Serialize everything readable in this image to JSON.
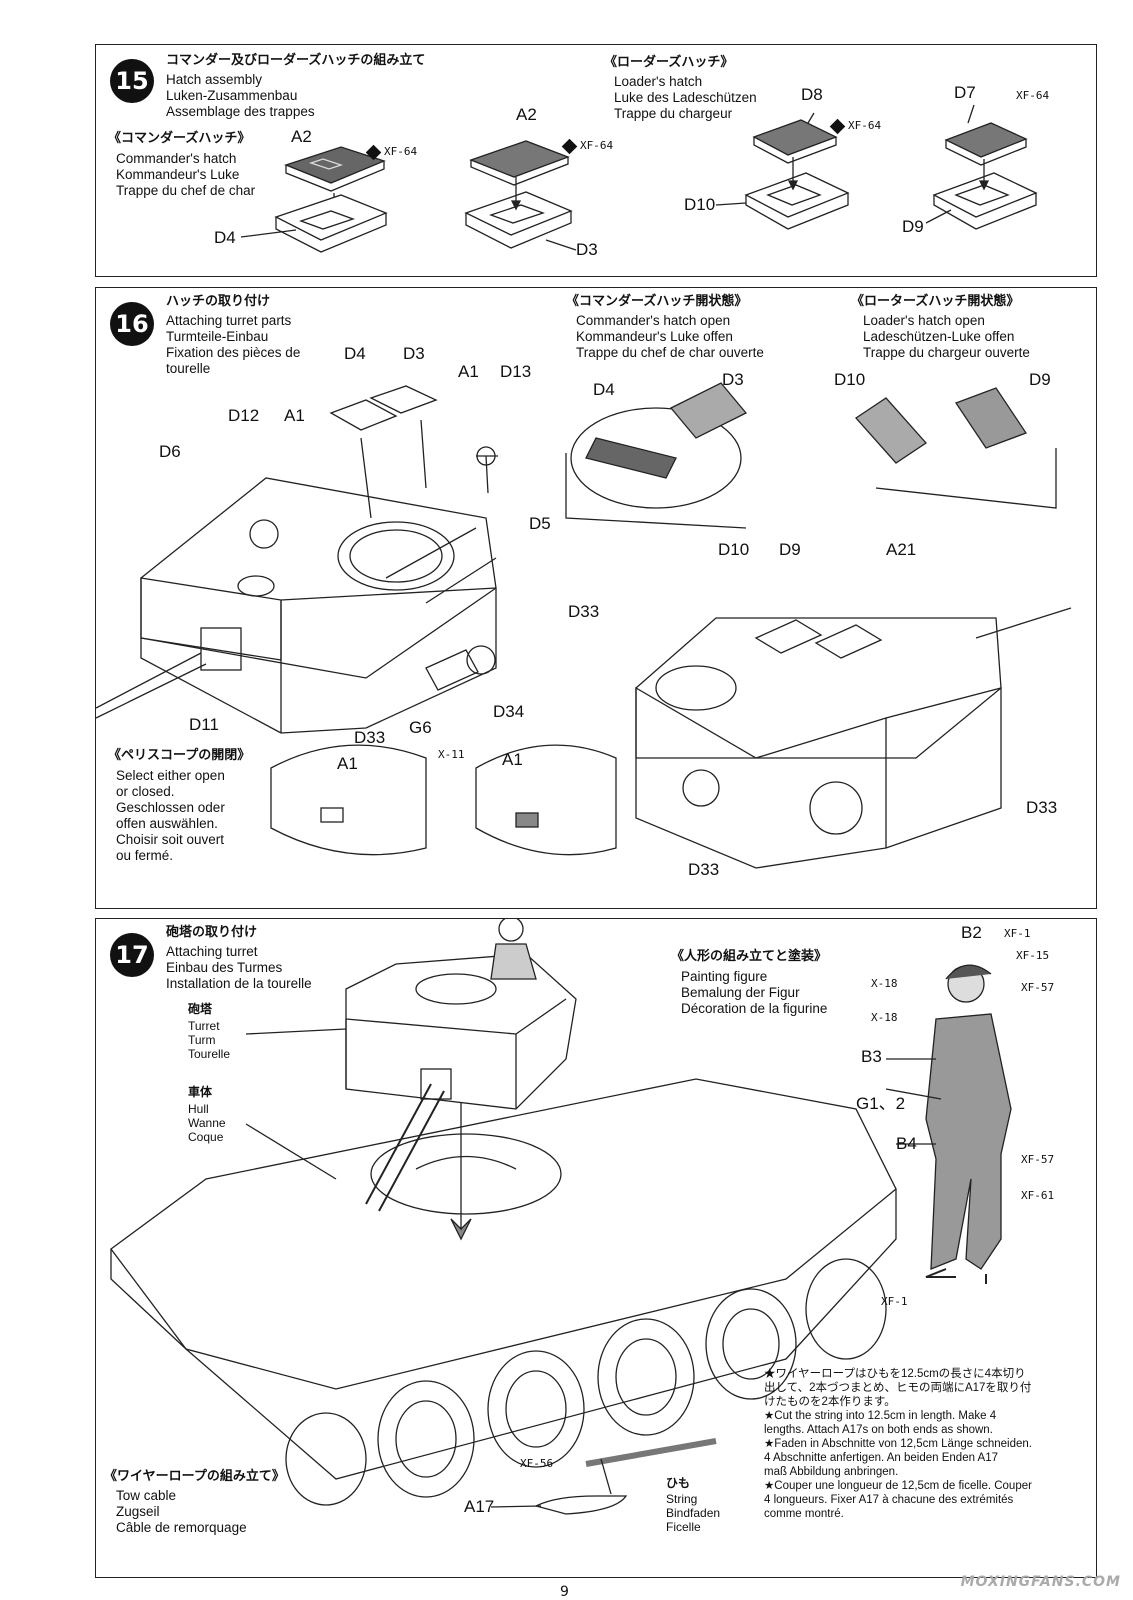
{
  "step15": {
    "number": "15",
    "jp": "コマンダー及びローダーズハッチの組み立て",
    "en": "Hatch assembly",
    "de": "Luken-Zusammenbau",
    "fr": "Assemblage des trappes",
    "cmd": {
      "jp": "《コマンダーズハッチ》",
      "en": "Commander's hatch",
      "de": "Kommandeur's Luke",
      "fr": "Trappe du chef de char"
    },
    "ldr": {
      "jp": "《ローダーズハッチ》",
      "en": "Loader's hatch",
      "de": "Luke des Ladeschützen",
      "fr": "Trappe du chargeur"
    },
    "labels": {
      "a2a": "A2",
      "a2b": "A2",
      "d4": "D4",
      "d3": "D3",
      "d8": "D8",
      "d10": "D10",
      "d7": "D7",
      "d9": "D9"
    },
    "paint": "XF-64"
  },
  "step16": {
    "number": "16",
    "jp": "ハッチの取り付け",
    "en": "Attaching turret parts",
    "de": "Turmteile-Einbau",
    "fr1": "Fixation des pièces de",
    "fr2": "tourelle",
    "cmd_open": {
      "jp": "《コマンダーズハッチ開状態》",
      "en": "Commander's hatch open",
      "de": "Kommandeur's Luke offen",
      "fr": "Trappe du chef de char ouverte"
    },
    "ldr_open": {
      "jp": "《ローターズハッチ開状態》",
      "en": "Loader's hatch open",
      "de": "Ladeschützen-Luke offen",
      "fr": "Trappe du chargeur ouverte"
    },
    "periscope": {
      "jp": "《ペリスコープの開閉》",
      "l1": "Select either open",
      "l2": "or closed.",
      "l3": "Geschlossen oder",
      "l4": "offen auswählen.",
      "l5": "Choisir soit ouvert",
      "l6": "ou fermé."
    },
    "labels": {
      "d4": "D4",
      "d3": "D3",
      "a1": "A1",
      "d13": "D13",
      "d12": "D12",
      "a1b": "A1",
      "d6": "D6",
      "d5": "D5",
      "d33a": "D33",
      "d11": "D11",
      "d33b": "D33",
      "g6": "G6",
      "d34": "D34",
      "x11": "X-11",
      "a1c": "A1",
      "a1d": "A1",
      "d4b": "D4",
      "d3b": "D3",
      "d10": "D10",
      "d9": "D9",
      "d10b": "D10",
      "d9b": "D9",
      "a21": "A21",
      "d33c": "D33",
      "d33d": "D33"
    }
  },
  "step17": {
    "number": "17",
    "jp": "砲塔の取り付け",
    "en": "Attaching turret",
    "de": "Einbau des Turmes",
    "fr": "Installation de la tourelle",
    "turret": {
      "jp": "砲塔",
      "en": "Turret",
      "de": "Turm",
      "fr": "Tourelle"
    },
    "hull": {
      "jp": "車体",
      "en": "Hull",
      "de": "Wanne",
      "fr": "Coque"
    },
    "figure": {
      "jp": "《人形の組み立てと塗装》",
      "en": "Painting figure",
      "de": "Bemalung der Figur",
      "fr": "Décoration de la figurine"
    },
    "fig_labels": {
      "b2": "B2",
      "b3": "B3",
      "g12": "G1、2",
      "b4": "B4"
    },
    "paints": {
      "xf1a": "XF-1",
      "xf15": "XF-15",
      "xf57a": "XF-57",
      "x18a": "X-18",
      "x18b": "X-18",
      "xf57b": "XF-57",
      "xf61": "XF-61",
      "xf1b": "XF-1",
      "xf56": "XF-56"
    },
    "tow": {
      "jp": "《ワイヤーロープの組み立て》",
      "en": "Tow cable",
      "de": "Zugseil",
      "fr": "Câble de remorquage",
      "a17": "A17",
      "himo": "ひも",
      "string_en": "String",
      "string_de": "Bindfaden",
      "string_fr": "Ficelle"
    },
    "note": {
      "jp1": "★ワイヤーロープはひもを12.5cmの長さに4本切り",
      "jp2": "出して、2本づつまとめ、ヒモの両端にA17を取り付",
      "jp3": "けたものを2本作ります。",
      "en1": "★Cut the string into 12.5cm in length. Make 4",
      "en2": "lengths. Attach A17s on both ends as shown.",
      "de1": "★Faden in Abschnitte von 12,5cm Länge schneiden.",
      "de2": "4 Abschnitte anfertigen. An beiden Enden A17",
      "de3": "maß Abbildung anbringen.",
      "fr1": "★Couper une longueur de 12,5cm de ficelle. Couper",
      "fr2": "4 longueurs. Fixer A17 à chacune des extrémités",
      "fr3": "comme montré."
    }
  },
  "page_number": "9",
  "watermark": "MOXINGFANS.COM"
}
